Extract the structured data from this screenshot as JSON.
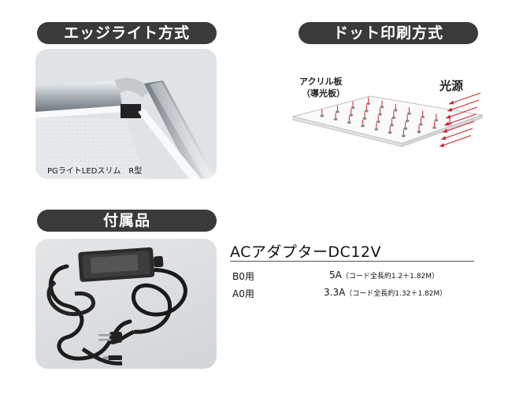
{
  "sections": {
    "edge_light": "エッジライト方式",
    "dot_print": "ドット印刷方式",
    "accessories": "付属品"
  },
  "edge_photo": {
    "caption": "PGライトLEDスリム　R型"
  },
  "dot_diagram": {
    "acrylic_label_1": "アクリル板",
    "acrylic_label_2": "（導光板）",
    "light_source_label": "光源"
  },
  "adapter": {
    "title": "ACアダプターDC12V",
    "specs": [
      {
        "name": "B0用",
        "amp": "5A",
        "note": "（コード全長約1.2＋1.82M）"
      },
      {
        "name": "A0用",
        "amp": "3.3A",
        "note": "（コード全長約1.32＋1.82M）"
      }
    ]
  },
  "colors": {
    "pill_bg": "#3a3a3a",
    "dot_red": "#d11f2b",
    "dot_grey": "#8a8a8a"
  }
}
